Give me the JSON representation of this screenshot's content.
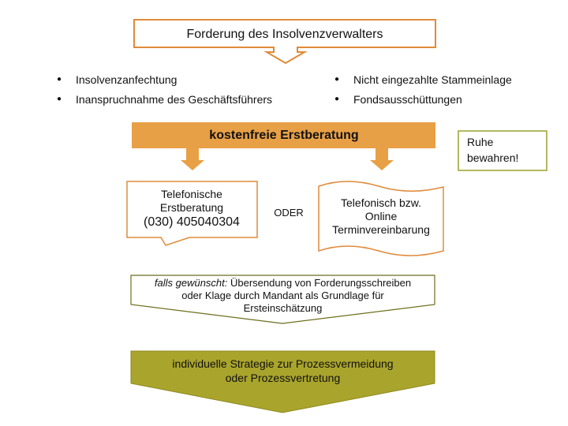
{
  "title_box": "Forderung des Insolvenzverwalters",
  "bullets": {
    "left": [
      "Insolvenzanfechtung",
      "Inanspruchnahme des Geschäftsführers"
    ],
    "right": [
      "Nicht eingezahlte Stammeinlage",
      "Fondsausschüttungen"
    ]
  },
  "banner": "kostenfreie Erstberatung",
  "calm_note": [
    "Ruhe",
    "bewahren!"
  ],
  "phone_box": {
    "line1": "Telefonische",
    "line2": "Erstberatung",
    "number": "(030) 405040304"
  },
  "or_label": "ODER",
  "online_box": [
    "Telefonisch bzw.",
    "Online",
    "Terminvereinbarung"
  ],
  "optional_box": {
    "lead": "falls gewünscht:",
    "rest": " Übersendung von Forderungsschreiben",
    "line2": "oder Klage durch Mandant als Grundlage für",
    "line3": "Ersteinschätzung"
  },
  "strategy_box": [
    "individuelle Strategie zur Prozessvermeidung",
    "oder Prozessvertretung"
  ],
  "colors": {
    "orange": "#E8A046",
    "orange_dark": "#D4862E",
    "orange_outline": "#E08A3A",
    "olive_fill": "#A9A42C",
    "olive_outline": "#8E8A1E"
  }
}
